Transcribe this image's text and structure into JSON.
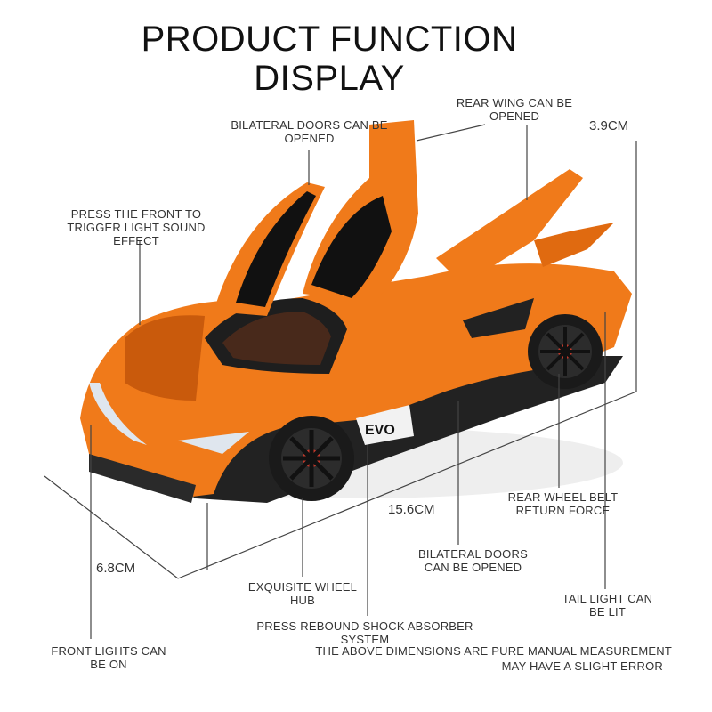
{
  "header": {
    "title_line1": "PRODUCT FUNCTION",
    "title_line2": "DISPLAY"
  },
  "callouts": {
    "bilateral_doors_top": "BILATERAL DOORS CAN BE OPENED",
    "rear_wing": "REAR WING CAN BE OPENED",
    "press_front": "PRESS THE FRONT TO TRIGGER LIGHT SOUND EFFECT",
    "rear_wheel_belt": "REAR WHEEL BELT RETURN FORCE",
    "bilateral_doors_bottom": "BILATERAL DOORS CAN BE OPENED",
    "exquisite_wheel": "EXQUISITE WHEEL HUB",
    "tail_light": "TAIL LIGHT CAN BE LIT",
    "shock_absorber": "PRESS REBOUND SHOCK ABSORBER SYSTEM",
    "front_lights": "FRONT LIGHTS CAN BE ON"
  },
  "dimensions": {
    "height": "3.9CM",
    "length": "15.6CM",
    "width": "6.8CM"
  },
  "footnote": {
    "line1": "THE ABOVE DIMENSIONS ARE PURE MANUAL MEASUREMENT",
    "line2": "MAY HAVE A SLIGHT ERROR"
  },
  "badge": {
    "text": "EVO"
  },
  "colors": {
    "car_body": "#f07a1a",
    "car_shade": "#c95a0c",
    "wheel": "#1a1a1a",
    "line": "#444444"
  }
}
